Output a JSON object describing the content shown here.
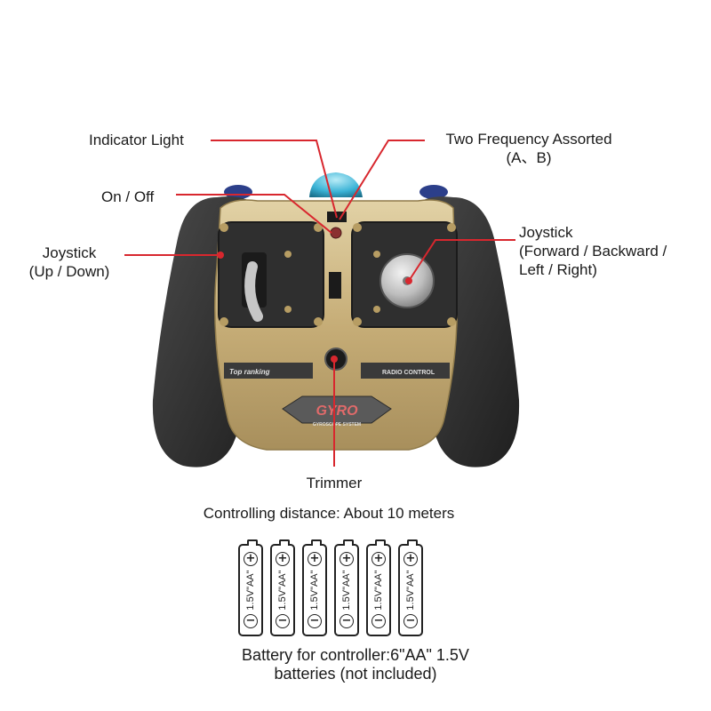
{
  "labels": {
    "indicator_light": "Indicator Light",
    "two_frequency_line1": "Two Frequency Assorted",
    "two_frequency_line2": "(A、B)",
    "on_off": "On / Off",
    "joystick_left_line1": "Joystick",
    "joystick_left_line2": "(Up / Down)",
    "joystick_right_line1": "Joystick",
    "joystick_right_line2": "(Forward / Backward /",
    "joystick_right_line3": "Left / Right)",
    "trimmer": "Trimmer"
  },
  "controller_panel": {
    "left_strip": "Top ranking",
    "right_strip": "RADIO CONTROL",
    "badge_title": "GYRO",
    "badge_subtitle": "GYROSCOPE SYSTEM"
  },
  "distance_text": "Controlling distance: About 10 meters",
  "batteries": {
    "items": [
      {
        "plus": "+",
        "spec": "1.5V\"AA\"",
        "minus": "−"
      },
      {
        "plus": "+",
        "spec": "1.5V\"AA\"",
        "minus": "−"
      },
      {
        "plus": "+",
        "spec": "1.5V\"AA\"",
        "minus": "−"
      },
      {
        "plus": "+",
        "spec": "1.5V\"AA\"",
        "minus": "−"
      },
      {
        "plus": "+",
        "spec": "1.5V\"AA\"",
        "minus": "−"
      },
      {
        "plus": "+",
        "spec": "1.5V\"AA\"",
        "minus": "−"
      }
    ],
    "caption_line1": "Battery for controller:6\"AA\" 1.5V",
    "caption_line2": "batteries (not included)"
  },
  "colors": {
    "callout_line": "#d8272e",
    "grip": "#2b2b2b",
    "body_gold": "#c9b27e",
    "panel_dark": "#2f2f2f"
  }
}
